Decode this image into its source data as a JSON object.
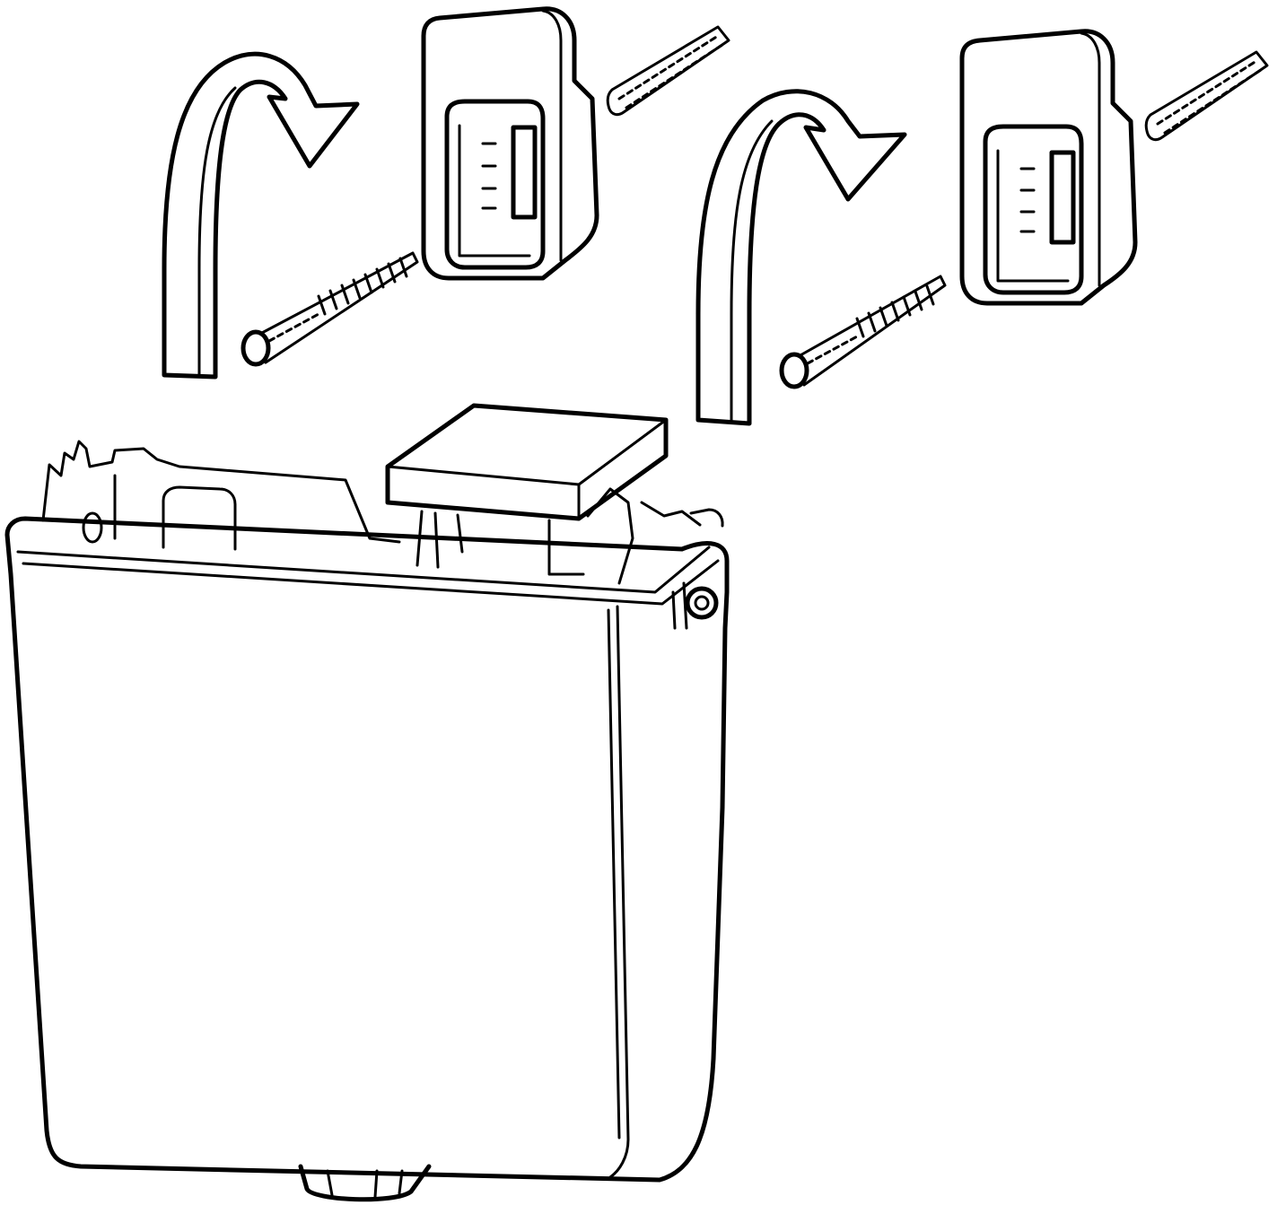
{
  "diagram": {
    "ink_color": "#000000",
    "background_color": "#ffffff",
    "components": [
      "left-wall-bracket",
      "right-wall-bracket",
      "left-screw",
      "right-screw",
      "left-wall-plug",
      "right-wall-plug",
      "left-hanging-arrow",
      "right-hanging-arrow",
      "cistern-tank"
    ]
  }
}
